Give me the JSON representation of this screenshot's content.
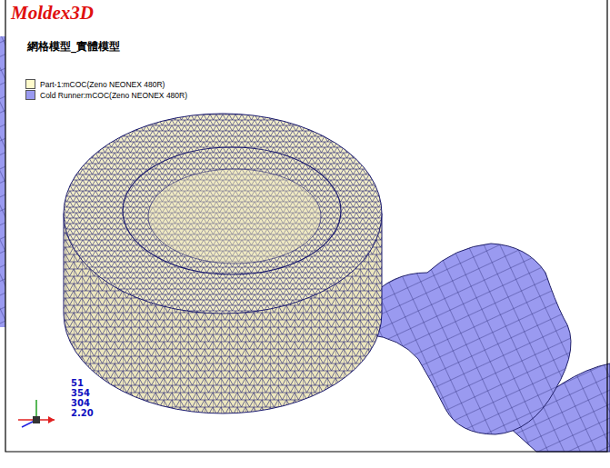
{
  "diagram": {
    "title": "Moldex3D",
    "labels": [
      "網格模型_實體模型",
      "51",
      "354",
      "304",
      "2.20"
    ],
    "legend": [
      {
        "text": "Part-1:mCOC(Zeno NEONEX 480R)",
        "color": "#fffbcc"
      },
      {
        "text": "Cold Runner:mCOC(Zeno NEONEX 480R)",
        "color": "#9a9af0"
      }
    ]
  }
}
